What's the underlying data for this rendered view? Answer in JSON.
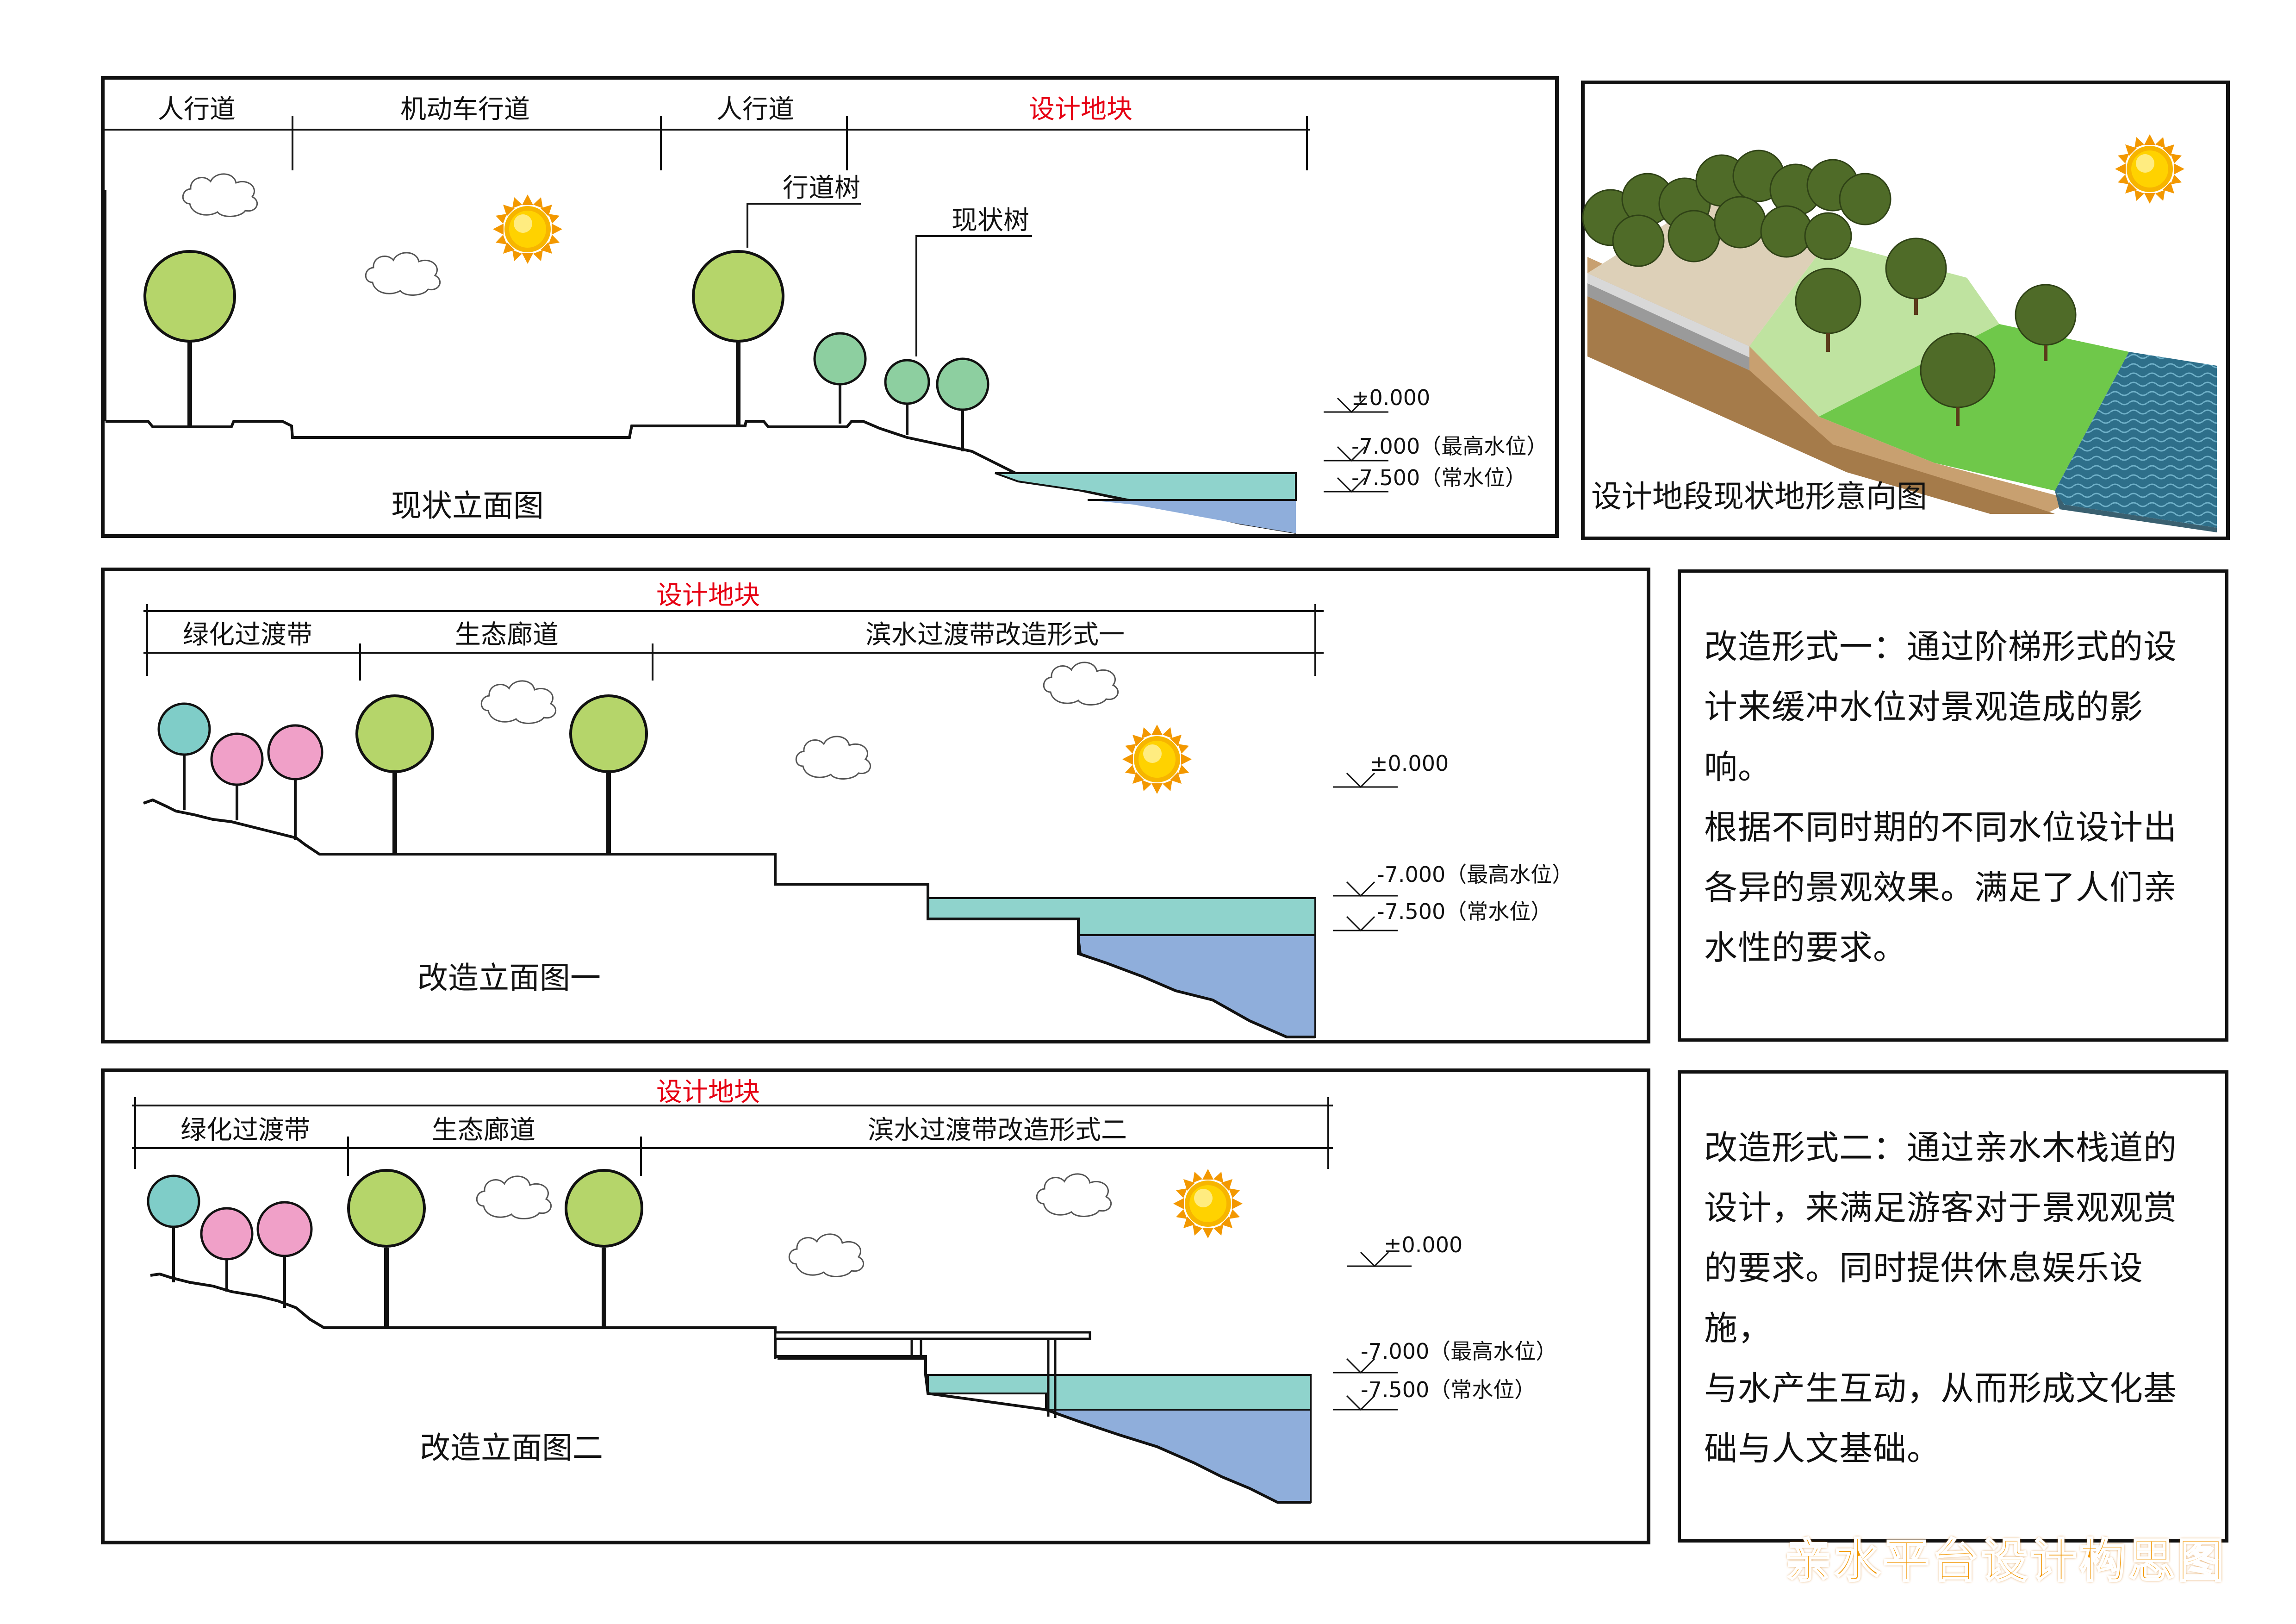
{
  "panel1": {
    "sections": [
      "人行道",
      "机动车行道",
      "人行道",
      "设计地块"
    ],
    "labels": {
      "street_tree": "行道树",
      "existing_tree": "现状树"
    },
    "levels": [
      "±0.000",
      "-7.000（最高水位）",
      "-7.500（常水位）"
    ],
    "title": "现状立面图"
  },
  "panel_3d": {
    "title": "设计地段现状地形意向图"
  },
  "panel2": {
    "header": "设计地块",
    "sections": [
      "绿化过渡带",
      "生态廊道",
      "滨水过渡带改造形式一"
    ],
    "levels": [
      "±0.000",
      "-7.000（最高水位）",
      "-7.500（常水位）"
    ],
    "title": "改造立面图一"
  },
  "panel3": {
    "header": "设计地块",
    "sections": [
      "绿化过渡带",
      "生态廊道",
      "滨水过渡带改造形式二"
    ],
    "levels": [
      "±0.000",
      "-7.000（最高水位）",
      "-7.500（常水位）"
    ],
    "title": "改造立面图二"
  },
  "desc1": [
    "改造形式一：通过阶梯形式的设",
    "计来缓冲水位对景观造成的影响。",
    "根据不同时期的不同水位设计出",
    "各异的景观效果。满足了人们亲",
    "水性的要求。"
  ],
  "desc2": [
    "改造形式二：通过亲水木栈道的",
    "设计，来满足游客对于景观观赏",
    "的要求。同时提供休息娱乐设施，",
    "与水产生互动，从而形成文化基",
    "础与人文基础。"
  ],
  "footer_title": "亲水平台设计构思图",
  "colors": {
    "tree_green": "#b5d56a",
    "tree_teal": "#8dcfa0",
    "tree_cyan": "#7fcdc8",
    "tree_pink": "#f0a0c8",
    "water_top": "#8fd3cc",
    "water_bottom": "#8faedb",
    "sun": "#f5a000",
    "title_orange": "#f29600",
    "red": "#e60012"
  }
}
